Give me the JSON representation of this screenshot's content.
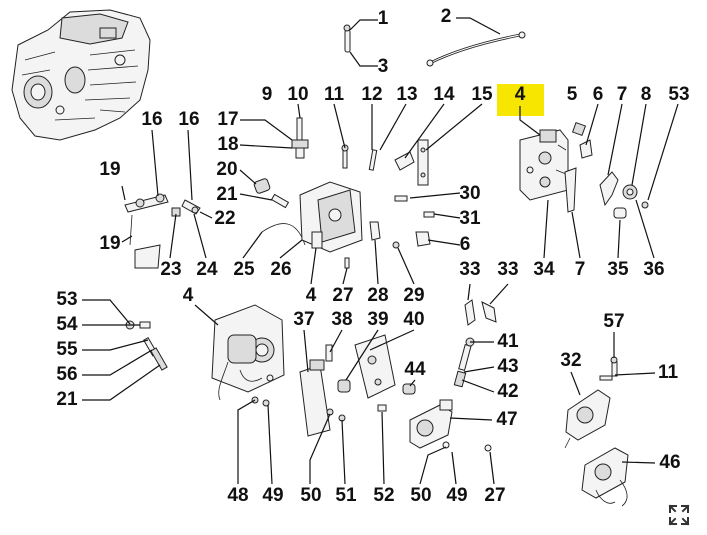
{
  "diagram": {
    "highlight_color": "#f7e600",
    "callouts": [
      {
        "n": "1"
      },
      {
        "n": "2"
      },
      {
        "n": "3"
      },
      {
        "n": "9"
      },
      {
        "n": "10"
      },
      {
        "n": "11"
      },
      {
        "n": "12"
      },
      {
        "n": "13"
      },
      {
        "n": "14"
      },
      {
        "n": "15"
      },
      {
        "n": "4",
        "highlighted": true
      },
      {
        "n": "5"
      },
      {
        "n": "6"
      },
      {
        "n": "7"
      },
      {
        "n": "8"
      },
      {
        "n": "53"
      },
      {
        "n": "17"
      },
      {
        "n": "18"
      },
      {
        "n": "16"
      },
      {
        "n": "16"
      },
      {
        "n": "19"
      },
      {
        "n": "20"
      },
      {
        "n": "21"
      },
      {
        "n": "22"
      },
      {
        "n": "19"
      },
      {
        "n": "30"
      },
      {
        "n": "31"
      },
      {
        "n": "6"
      },
      {
        "n": "23"
      },
      {
        "n": "24"
      },
      {
        "n": "25"
      },
      {
        "n": "26"
      },
      {
        "n": "34"
      },
      {
        "n": "7"
      },
      {
        "n": "35"
      },
      {
        "n": "36"
      },
      {
        "n": "4"
      },
      {
        "n": "27"
      },
      {
        "n": "28"
      },
      {
        "n": "29"
      },
      {
        "n": "33"
      },
      {
        "n": "33"
      },
      {
        "n": "53"
      },
      {
        "n": "4"
      },
      {
        "n": "54"
      },
      {
        "n": "55"
      },
      {
        "n": "56"
      },
      {
        "n": "21"
      },
      {
        "n": "37"
      },
      {
        "n": "38"
      },
      {
        "n": "39"
      },
      {
        "n": "40"
      },
      {
        "n": "57"
      },
      {
        "n": "41"
      },
      {
        "n": "43"
      },
      {
        "n": "42"
      },
      {
        "n": "32"
      },
      {
        "n": "11"
      },
      {
        "n": "44"
      },
      {
        "n": "47"
      },
      {
        "n": "46"
      },
      {
        "n": "48"
      },
      {
        "n": "49"
      },
      {
        "n": "50"
      },
      {
        "n": "51"
      },
      {
        "n": "52"
      },
      {
        "n": "50"
      },
      {
        "n": "49"
      },
      {
        "n": "27"
      }
    ]
  },
  "controls": {
    "expand_icon": "expand-arrows-icon"
  }
}
